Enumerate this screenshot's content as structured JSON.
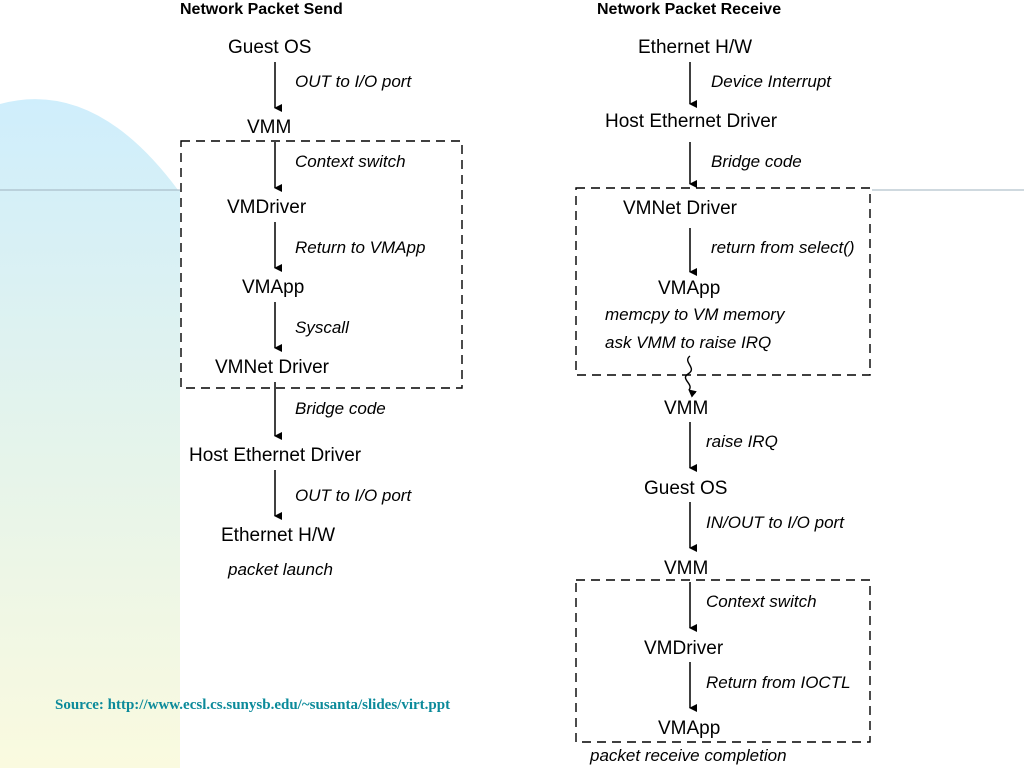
{
  "colors": {
    "accent_blue": "#cfeefc",
    "accent_yellow": "#fafadf",
    "rule_line": "#9fb3bf",
    "source_text": "#0b8a9a"
  },
  "send": {
    "title": "Network Packet Send",
    "nodes": [
      "Guest OS",
      "VMM",
      "VMDriver",
      "VMApp",
      "VMNet Driver",
      "Host Ethernet Driver",
      "Ethernet H/W"
    ],
    "edges": [
      "OUT to I/O port",
      "Context switch",
      "Return to VMApp",
      "Syscall",
      "Bridge code",
      "OUT to I/O port"
    ],
    "footer": "packet launch"
  },
  "receive": {
    "title": "Network Packet Receive",
    "nodes": [
      "Ethernet H/W",
      "Host Ethernet Driver",
      "VMNet Driver",
      "VMApp",
      "VMM",
      "Guest OS",
      "VMM",
      "VMDriver",
      "VMApp"
    ],
    "edges": [
      "Device Interrupt",
      "Bridge code",
      "return from select()",
      "raise IRQ",
      "IN/OUT to I/O port",
      "Context switch",
      "Return from IOCTL"
    ],
    "notes": [
      "memcpy to VM memory",
      "ask VMM to raise IRQ"
    ],
    "footer": "packet receive completion"
  },
  "source": "Source: http://www.ecsl.cs.sunysb.edu/~susanta/slides/virt.ppt"
}
